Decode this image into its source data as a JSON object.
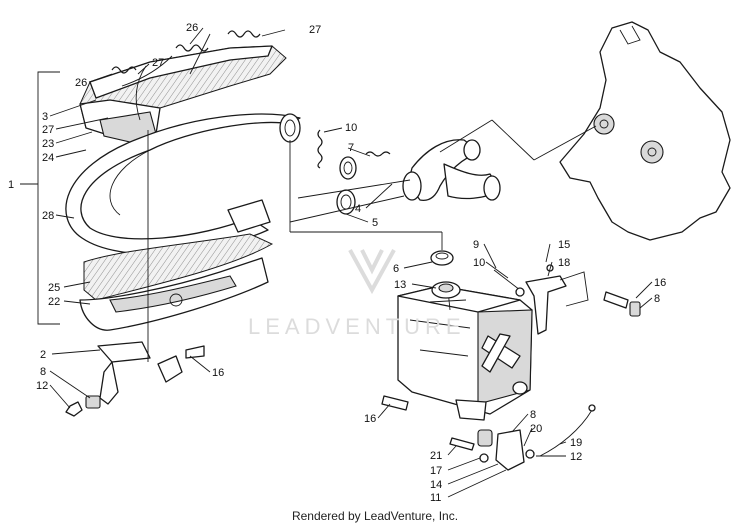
{
  "watermark": "LEADVENTURE",
  "footer": "Rendered by LeadVenture, Inc.",
  "callouts": [
    "1",
    "2",
    "3",
    "4",
    "5",
    "6",
    "7",
    "8",
    "8",
    "8",
    "9",
    "10",
    "10",
    "11",
    "12",
    "12",
    "13",
    "14",
    "15",
    "16",
    "16",
    "16",
    "17",
    "18",
    "19",
    "20",
    "21",
    "22",
    "23",
    "24",
    "25",
    "26",
    "26",
    "27",
    "27",
    "27",
    "28"
  ]
}
